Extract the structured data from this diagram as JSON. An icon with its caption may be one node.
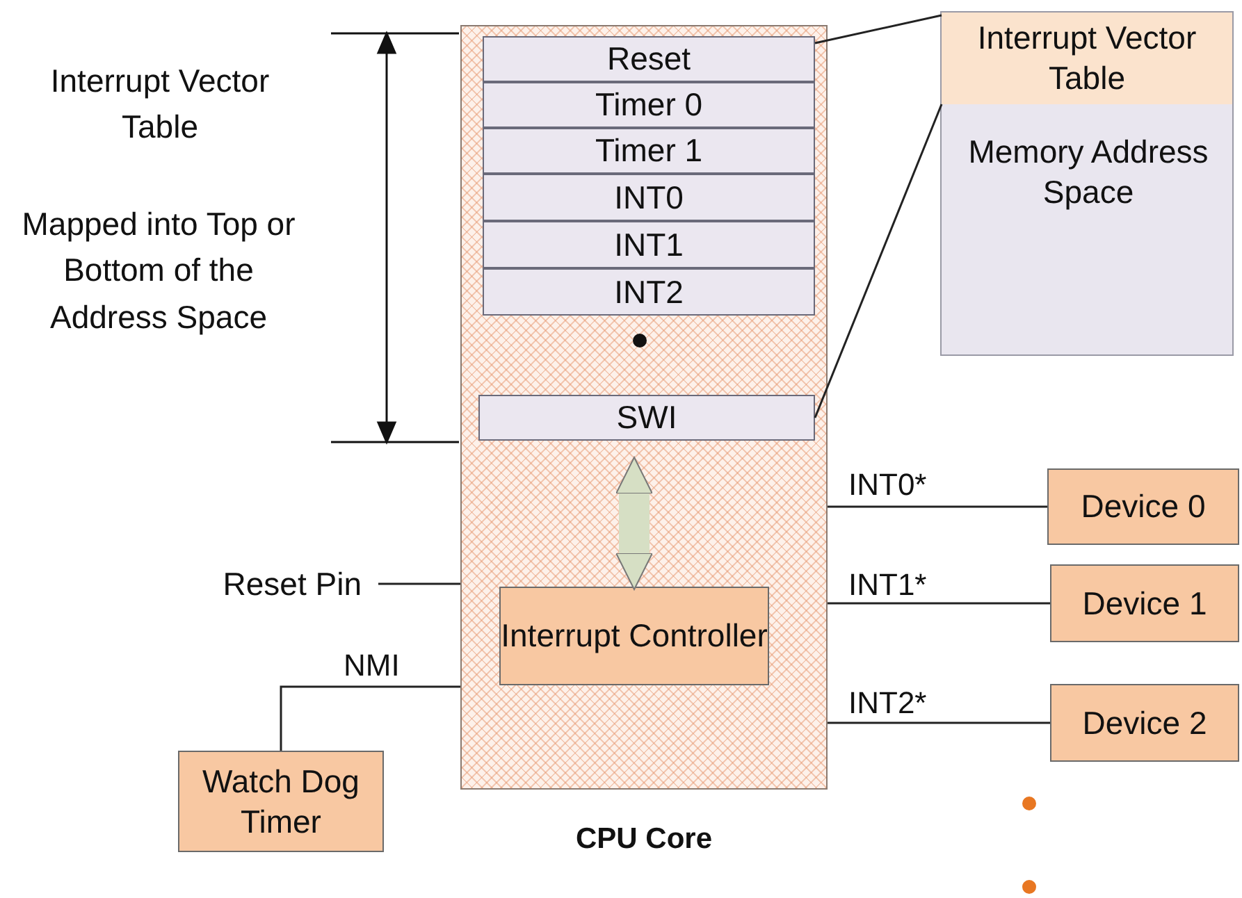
{
  "diagram": {
    "nodes": [
      {
        "text": [
          "CPU Core"
        ]
      },
      {
        "text": [
          "Reset"
        ],
        "in": 0
      },
      {
        "text": [
          "Timer 0"
        ],
        "in": 0
      },
      {
        "text": [
          "Timer 1"
        ],
        "in": 0
      },
      {
        "text": [
          "INT0"
        ],
        "in": 0
      },
      {
        "text": [
          "INT1"
        ],
        "in": 0
      },
      {
        "text": [
          "INT2"
        ],
        "in": 0
      },
      {
        "text": [
          "SWI"
        ],
        "in": 0
      },
      {
        "text": [
          "Interrupt Controller"
        ],
        "in": 0
      },
      {
        "text": [
          "Memory Address Space"
        ]
      },
      {
        "text": [
          "Interrupt Vector Table"
        ],
        "in": 9
      },
      {
        "text": [
          "Device 0"
        ]
      },
      {
        "text": [
          "Device 1"
        ]
      },
      {
        "text": [
          "Device 2"
        ]
      },
      {
        "text": [
          "Watch Dog Timer"
        ]
      },
      {
        "text": [
          "Reset Pin"
        ]
      }
    ],
    "edges": [
      {
        "from": 1,
        "to": 10,
        "arrow": "none"
      },
      {
        "from": 7,
        "to": 10,
        "arrow": "none"
      },
      {
        "from": 8,
        "to": 7,
        "arrow": "both",
        "style": "thick",
        "color": "#d6dfc4"
      },
      {
        "from": 15,
        "to": 0,
        "arrow": "none"
      },
      {
        "from": 14,
        "to": 0,
        "arrow": "none",
        "label": "NMI"
      },
      {
        "from": 11,
        "to": 0,
        "arrow": "none",
        "label": "INT0*"
      },
      {
        "from": 12,
        "to": 0,
        "arrow": "none",
        "label": "INT1*"
      },
      {
        "from": 13,
        "to": 0,
        "arrow": "none",
        "label": "INT2*"
      }
    ],
    "labels": [
      "Interrupt Vector Table",
      "Mapped into Top or Bottom of the Address Space"
    ]
  }
}
